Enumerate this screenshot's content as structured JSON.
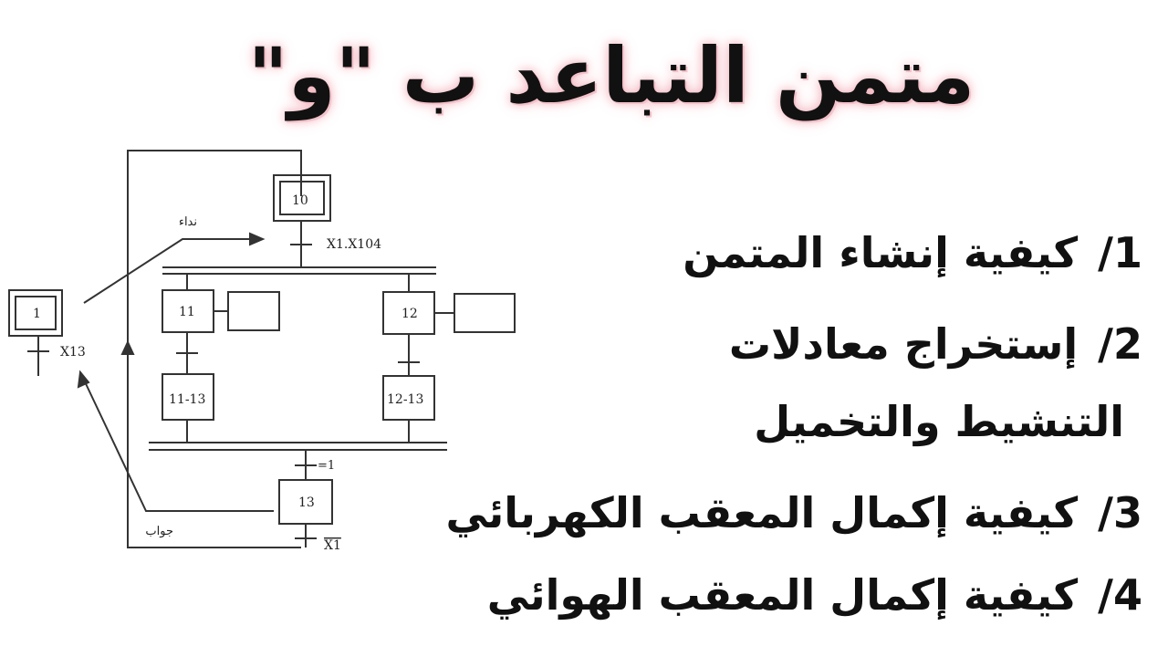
{
  "title": "متمن التباعد ب \"و\"",
  "items": [
    {
      "num": "1/",
      "text": "كيفية إنشاء المتمن"
    },
    {
      "num": "2/",
      "text": "إستخراج معادلات"
    },
    {
      "num": "",
      "text": "التنشيط والتخميل"
    },
    {
      "num": "3/",
      "text": "كيفية إكمال المعقب الكهربائي"
    },
    {
      "num": "4/",
      "text": "كيفية إكمال المعقب الهوائي"
    }
  ],
  "diagram": {
    "steps": {
      "s10": "10",
      "s1": "1",
      "s11": "11",
      "s12": "12",
      "s1113": "11-13",
      "s1213": "12-13",
      "s13": "13"
    },
    "transitions": {
      "t10": "X1.X104",
      "t1": "X13",
      "t13_in": "=1",
      "t13_out": "X1"
    },
    "labels": {
      "call": "نداء",
      "answer": "جواب"
    }
  }
}
